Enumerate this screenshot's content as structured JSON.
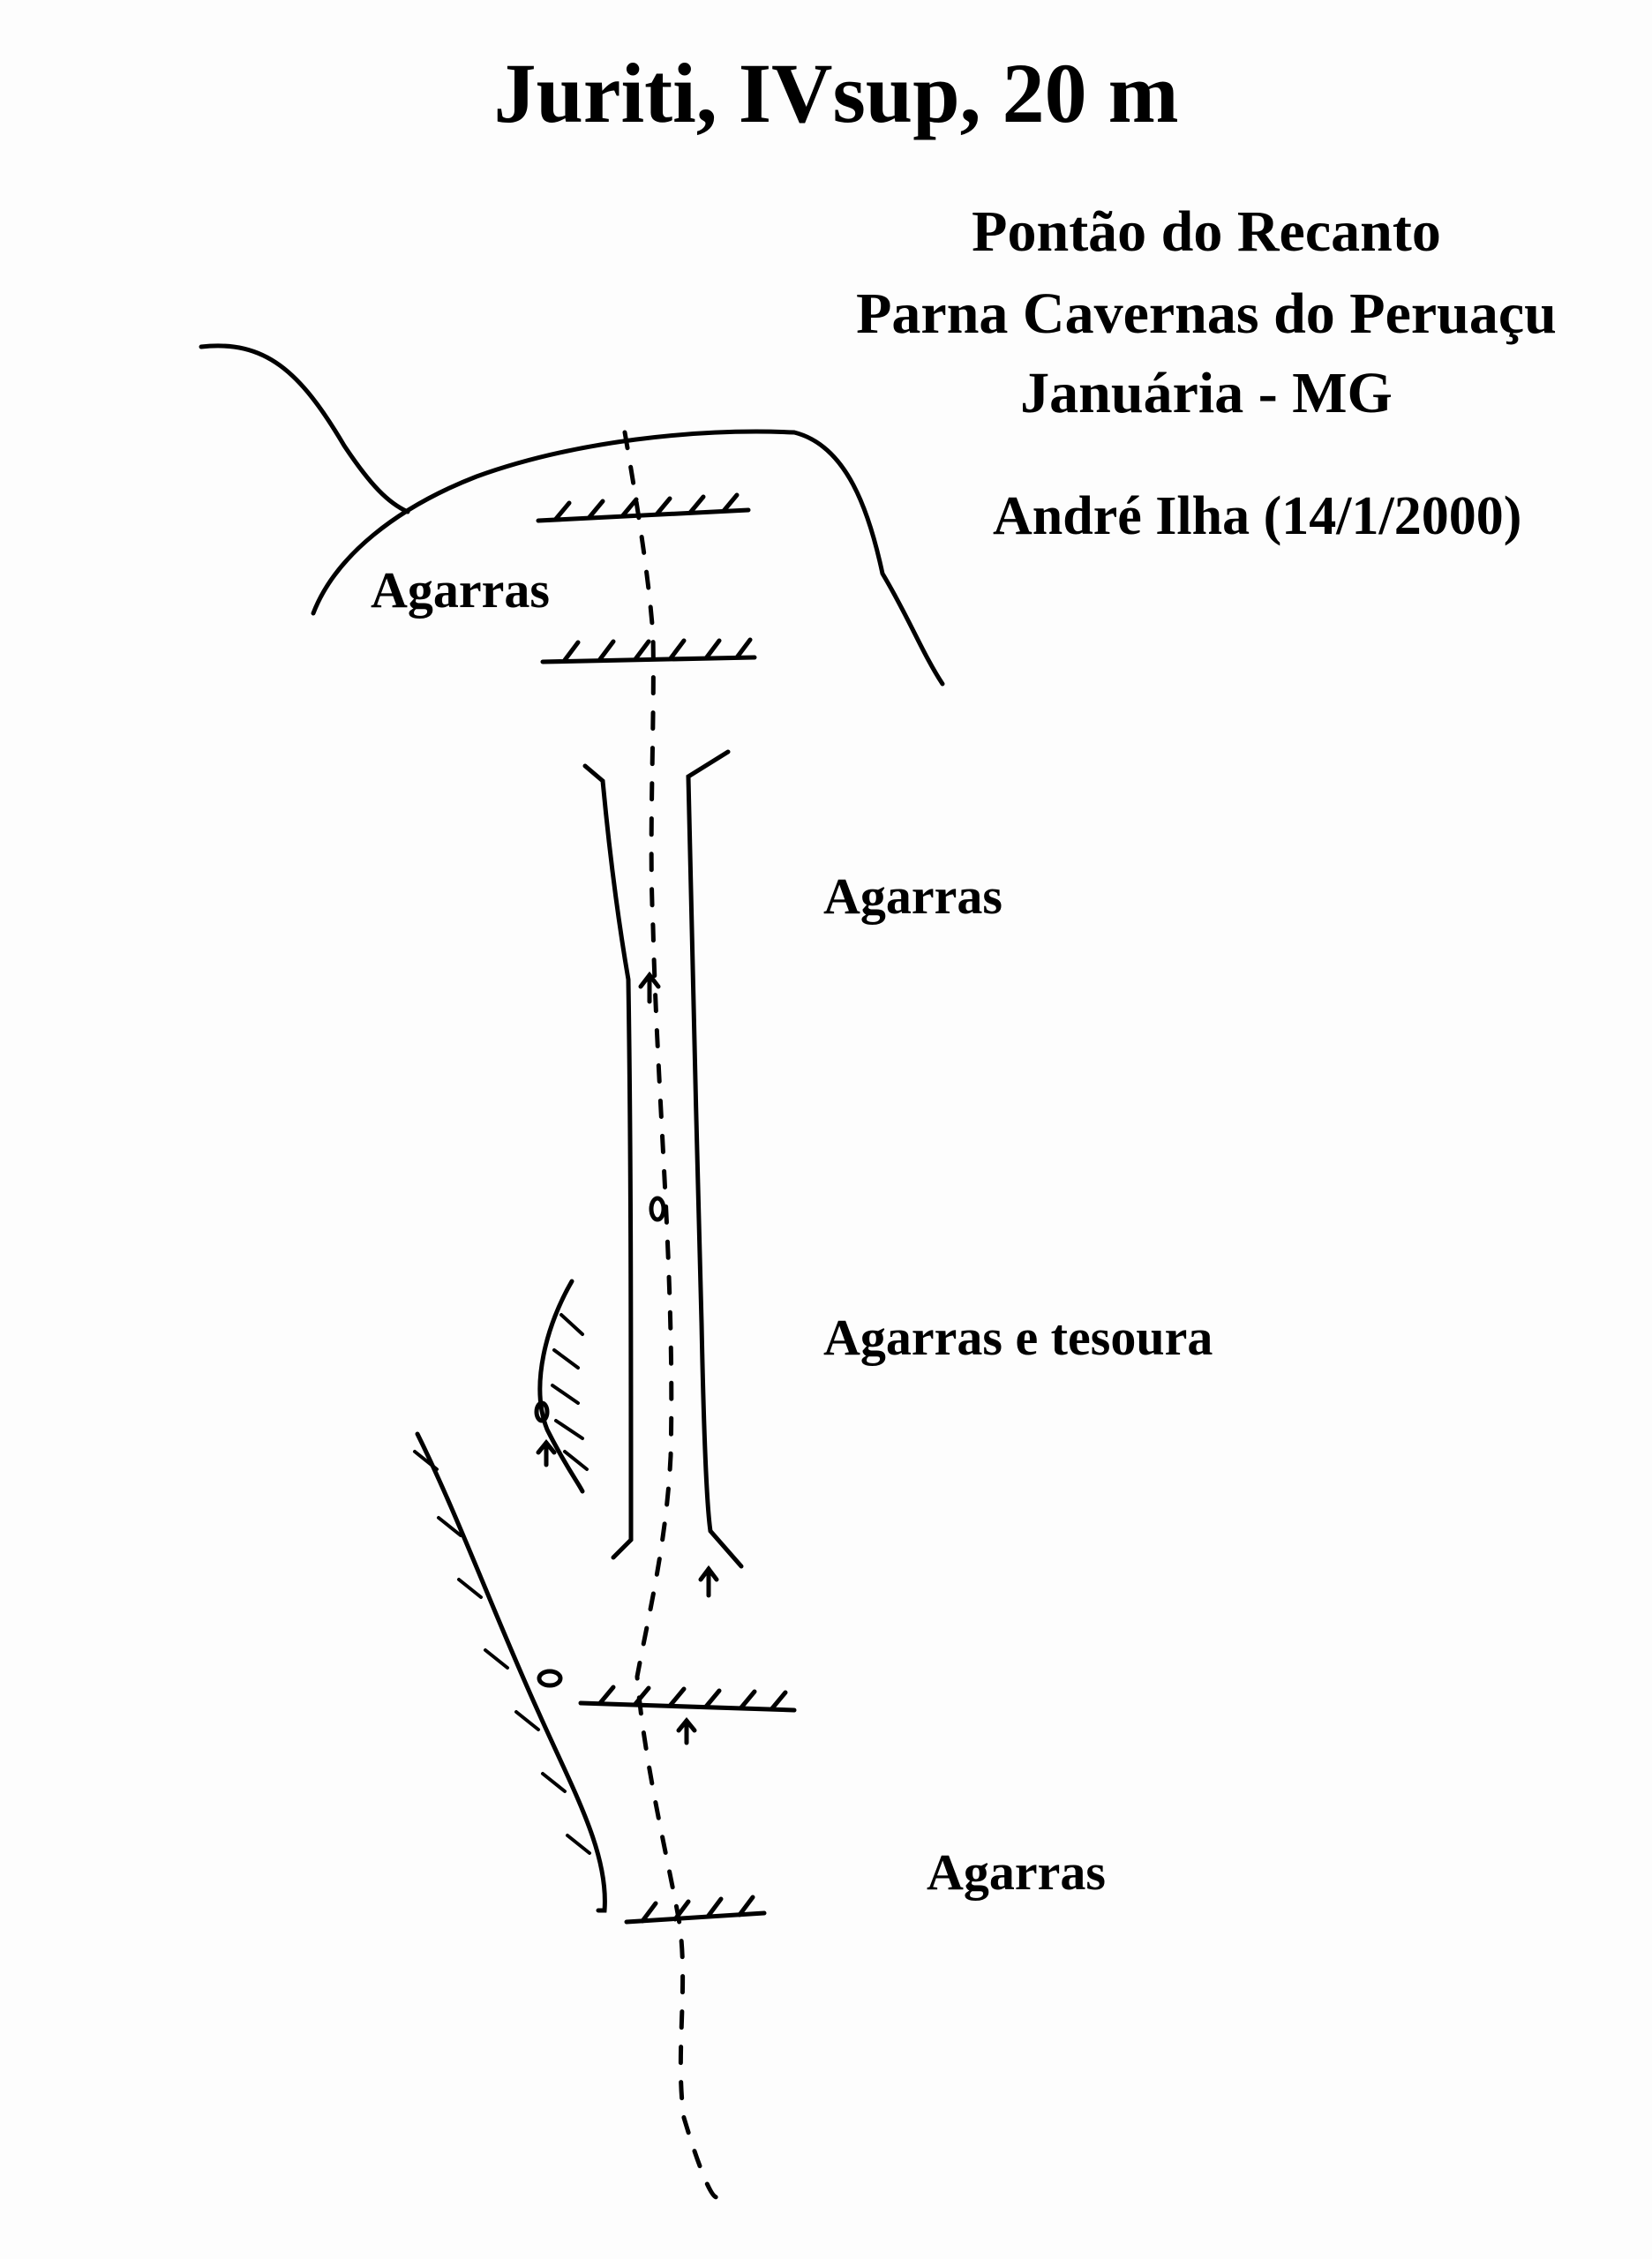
{
  "route": {
    "title": "Juriti, IVsup, 20 m"
  },
  "location": {
    "line1": "Pontão do Recanto",
    "line2": "Parna Cavernas do Peruaçu",
    "line3": "Januária - MG"
  },
  "author": "André Ilha (14/1/2000)",
  "annotations": {
    "top_hold": "Agarras",
    "upper_dihedral": "Agarras",
    "mid_dihedral": "Agarras e tesoura",
    "lower_section": "Agarras"
  },
  "colors": {
    "ink": "#000000",
    "paper": "#fdfdfd"
  }
}
